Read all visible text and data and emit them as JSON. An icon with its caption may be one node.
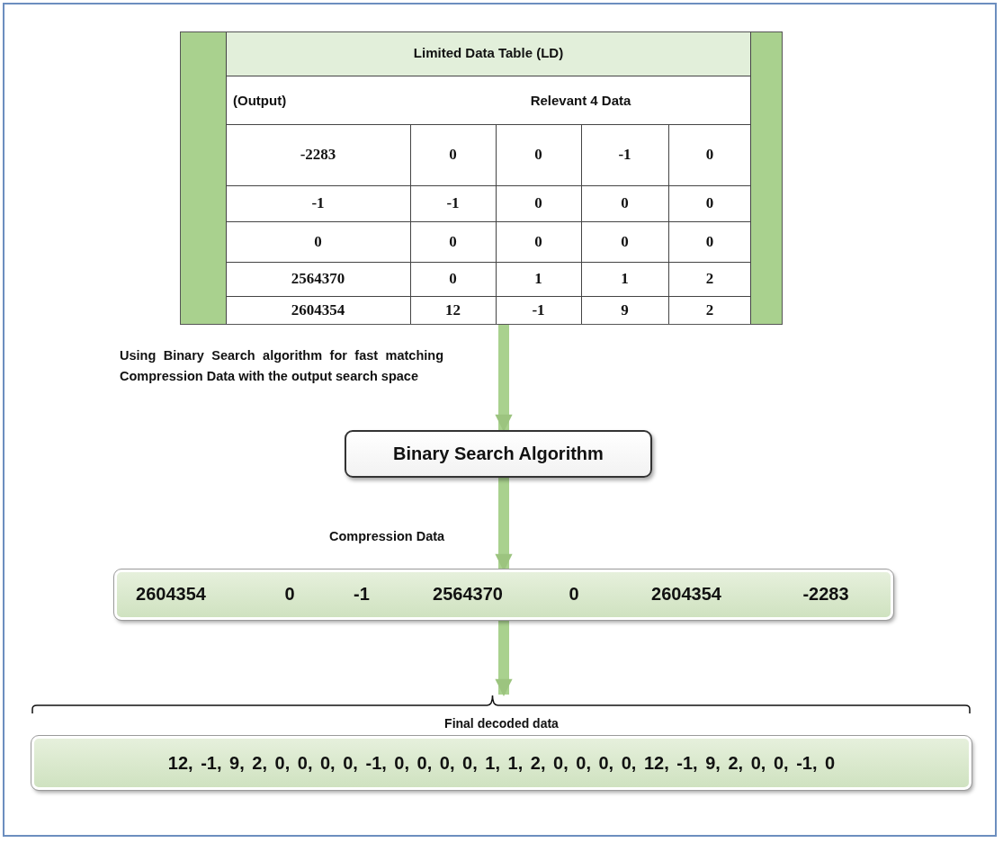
{
  "diagram": {
    "nodes": [
      {
        "text": [
          "Limited Data Table (LD)"
        ]
      },
      {
        "text": [
          "Binary Search Algorithm"
        ]
      },
      {
        "text": [
          "2604354",
          "0",
          "-1",
          "2564370",
          "0",
          "2604354",
          "-2283"
        ]
      },
      {
        "text": [
          "Final decoded data",
          "12, -1, 9, 2, 0, 0, 0, 0, -1, 0, 0, 0, 0, 1, 1, 2, 0, 0, 0, 0, 12, -1, 9, 2, 0, 0, -1, 0"
        ]
      }
    ],
    "edges": [
      {
        "from": 0,
        "to": 1,
        "arrow": "to",
        "label": "Using Binary Search algorithm for fast matching Compression Data with the output search space"
      },
      {
        "from": 1,
        "to": 2,
        "arrow": "to",
        "label": "Compression Data"
      },
      {
        "from": 2,
        "to": 3,
        "arrow": "to"
      }
    ],
    "labels": [
      "(Output)",
      "Relevant 4 Data",
      "-2283",
      "0",
      "0",
      "-1",
      "0",
      "-1",
      "-1",
      "0",
      "0",
      "0",
      "0",
      "0",
      "0",
      "0",
      "0",
      "2564370",
      "0",
      "1",
      "1",
      "2",
      "2604354",
      "12",
      "-1",
      "9",
      "2"
    ]
  }
}
